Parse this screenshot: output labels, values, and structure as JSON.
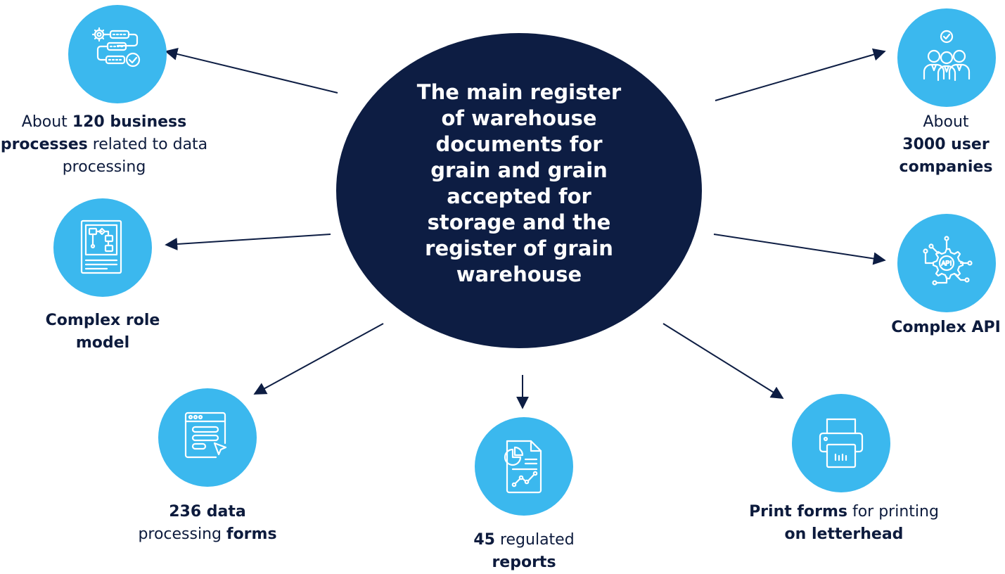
{
  "center_title": "The main register of warehouse documents for grain and grain accepted for storage and the register of grain warehouse",
  "colors": {
    "hub": "#0d1d43",
    "node": "#3bb8ee",
    "arrow": "#0d1d43",
    "text": "#0d1b3d"
  },
  "nodes": [
    {
      "id": "business-processes",
      "icon": "workflow-gears-icon",
      "caption": {
        "pre": "About ",
        "bold1": "120 business processes",
        "mid": " related to data processing",
        "bold2": "",
        "post": ""
      }
    },
    {
      "id": "role-model",
      "icon": "role-diagram-document-icon",
      "caption": {
        "pre": "",
        "bold1": "Complex role model",
        "mid": "",
        "bold2": "",
        "post": ""
      }
    },
    {
      "id": "data-forms",
      "icon": "form-window-cursor-icon",
      "caption": {
        "pre": "",
        "bold1": "236 data",
        "mid": " processing ",
        "bold2": "forms",
        "post": ""
      }
    },
    {
      "id": "reports",
      "icon": "report-chart-icon",
      "caption": {
        "pre": "",
        "bold1": "45",
        "mid": " regulated ",
        "bold2": "reports",
        "post": ""
      }
    },
    {
      "id": "print-forms",
      "icon": "printer-icon",
      "caption": {
        "pre": "",
        "bold1": "Print forms",
        "mid": " for printing ",
        "bold2": "on letterhead",
        "post": ""
      }
    },
    {
      "id": "api",
      "icon": "api-gear-icon",
      "caption": {
        "pre": "",
        "bold1": "Complex API",
        "mid": "",
        "bold2": "",
        "post": ""
      }
    },
    {
      "id": "user-companies",
      "icon": "users-check-icon",
      "caption": {
        "pre": "About ",
        "bold1": "3000 user companies",
        "mid": "",
        "bold2": "",
        "post": ""
      }
    }
  ]
}
